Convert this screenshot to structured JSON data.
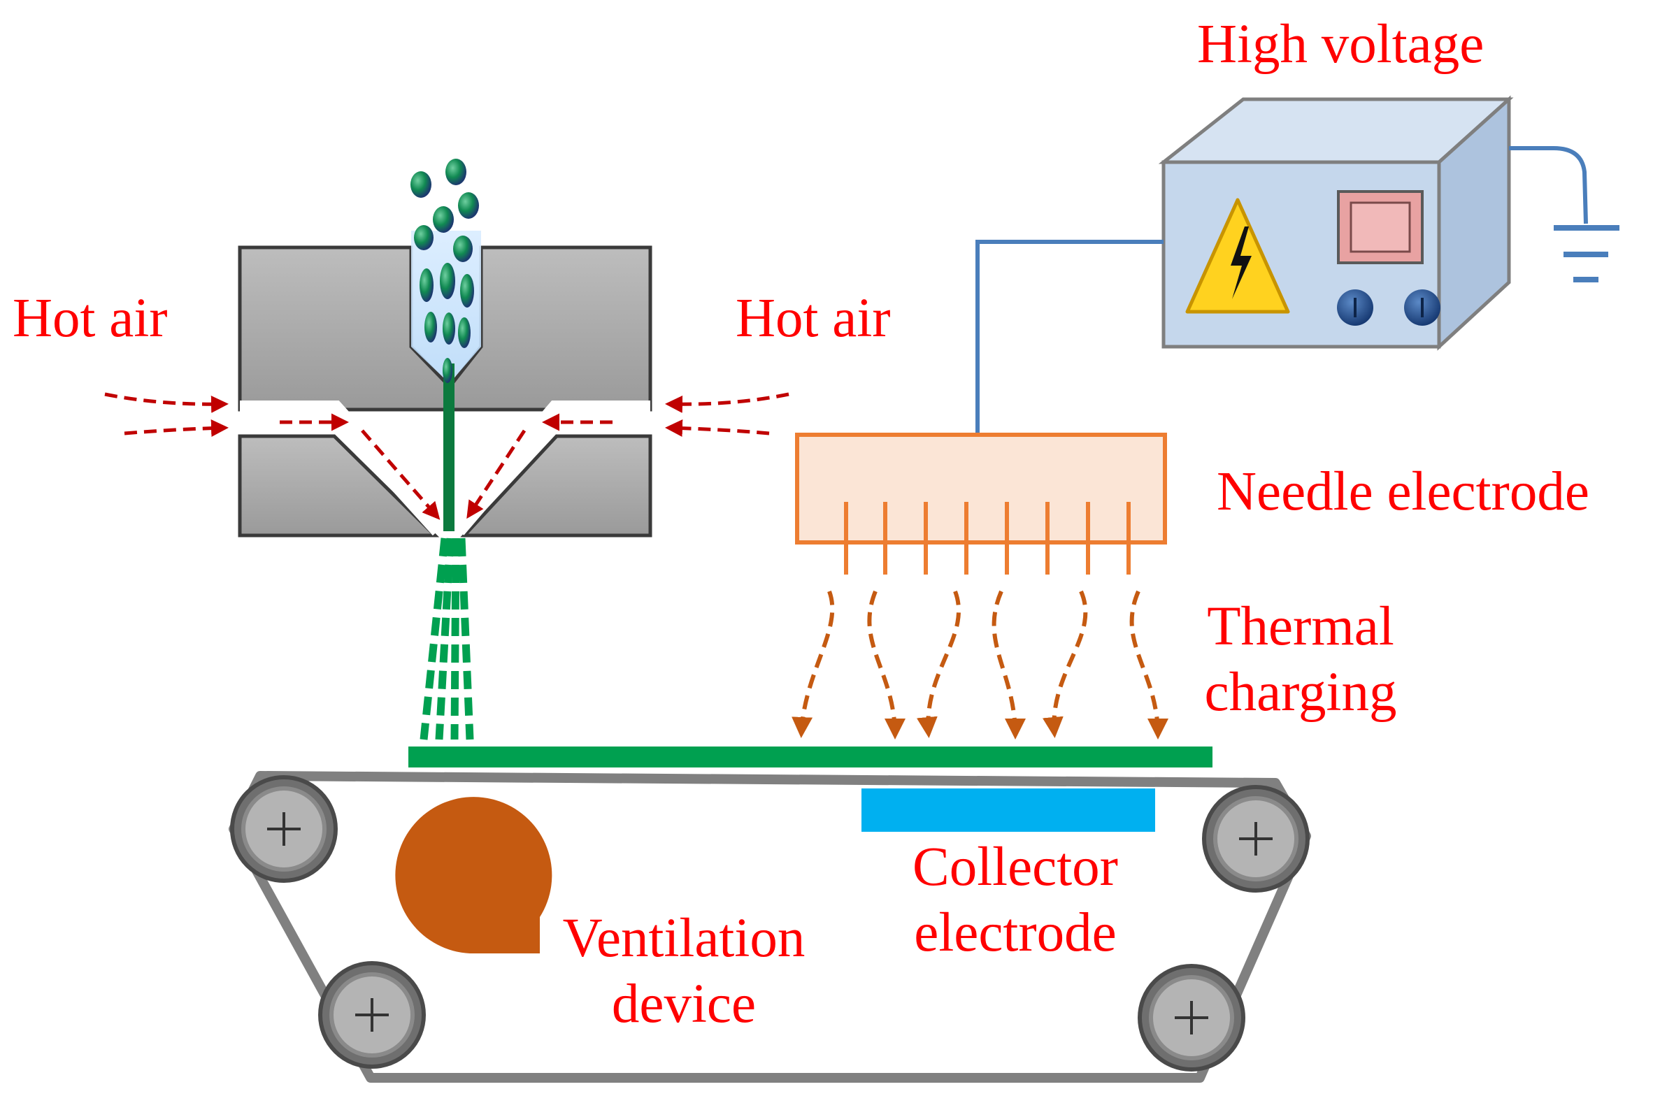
{
  "labels": {
    "high_voltage": "High voltage",
    "hot_air_left": "Hot air",
    "hot_air_right": "Hot air",
    "needle_electrode": "Needle electrode",
    "thermal_charging_line1": "Thermal",
    "thermal_charging_line2": "charging",
    "collector_electrode_line1": "Collector",
    "collector_electrode_line2": "electrode",
    "ventilation_device_line1": "Ventilation",
    "ventilation_device_line2": "device"
  },
  "colors": {
    "label_text": "#ff0000",
    "air_arrows": "#c00000",
    "die_body": "#a6a6a6",
    "fiber_green": "#00a050",
    "web_belt_green": "#00a050",
    "wire_blue": "#4a7ebb",
    "power_box": "#c5d7ec",
    "needle_orange": "#ed7d31",
    "needle_fill": "#fbe5d6",
    "thermal_arrows": "#c55a11",
    "collector_blue": "#00b0f0",
    "ventilation_fan": "#c55a11",
    "roller_gray": "#808080"
  },
  "icons": {
    "warning": "high-voltage-warning-icon",
    "ground": "ground-symbol-icon"
  }
}
